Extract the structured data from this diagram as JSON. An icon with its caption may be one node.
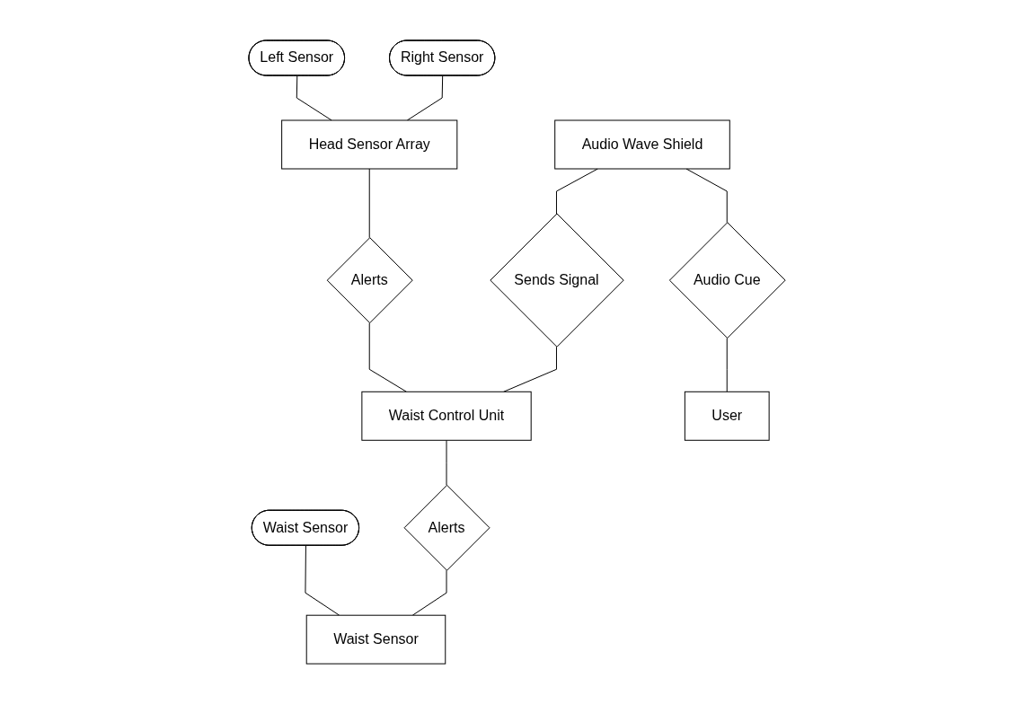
{
  "diagram": {
    "nodes": [
      {
        "text": [
          "Left Sensor"
        ]
      },
      {
        "text": [
          "Right Sensor"
        ]
      },
      {
        "text": [
          "Head Sensor Array"
        ]
      },
      {
        "text": [
          "Alerts"
        ]
      },
      {
        "text": [
          "Waist Sensor"
        ]
      },
      {
        "text": [
          "Audio Wave Shield"
        ]
      },
      {
        "text": [
          "Sends Signal"
        ]
      },
      {
        "text": [
          "Waist Control Unit"
        ]
      },
      {
        "text": [
          "Alerts"
        ]
      },
      {
        "text": [
          "Waist Sensor"
        ]
      },
      {
        "text": [
          "Audio Cue"
        ]
      },
      {
        "text": [
          "User"
        ]
      }
    ],
    "edges": [
      {
        "from": 0,
        "to": 2,
        "arrow": "none"
      },
      {
        "from": 1,
        "to": 2,
        "arrow": "none"
      },
      {
        "from": 2,
        "to": 3,
        "arrow": "none"
      },
      {
        "from": 3,
        "to": 7,
        "arrow": "none"
      },
      {
        "from": 4,
        "to": 9,
        "arrow": "none"
      },
      {
        "from": 5,
        "to": 6,
        "arrow": "none"
      },
      {
        "from": 6,
        "to": 7,
        "arrow": "none"
      },
      {
        "from": 7,
        "to": 8,
        "arrow": "none"
      },
      {
        "from": 8,
        "to": 9,
        "arrow": "none"
      },
      {
        "from": 5,
        "to": 10,
        "arrow": "none"
      },
      {
        "from": 10,
        "to": 11,
        "arrow": "none"
      }
    ]
  }
}
